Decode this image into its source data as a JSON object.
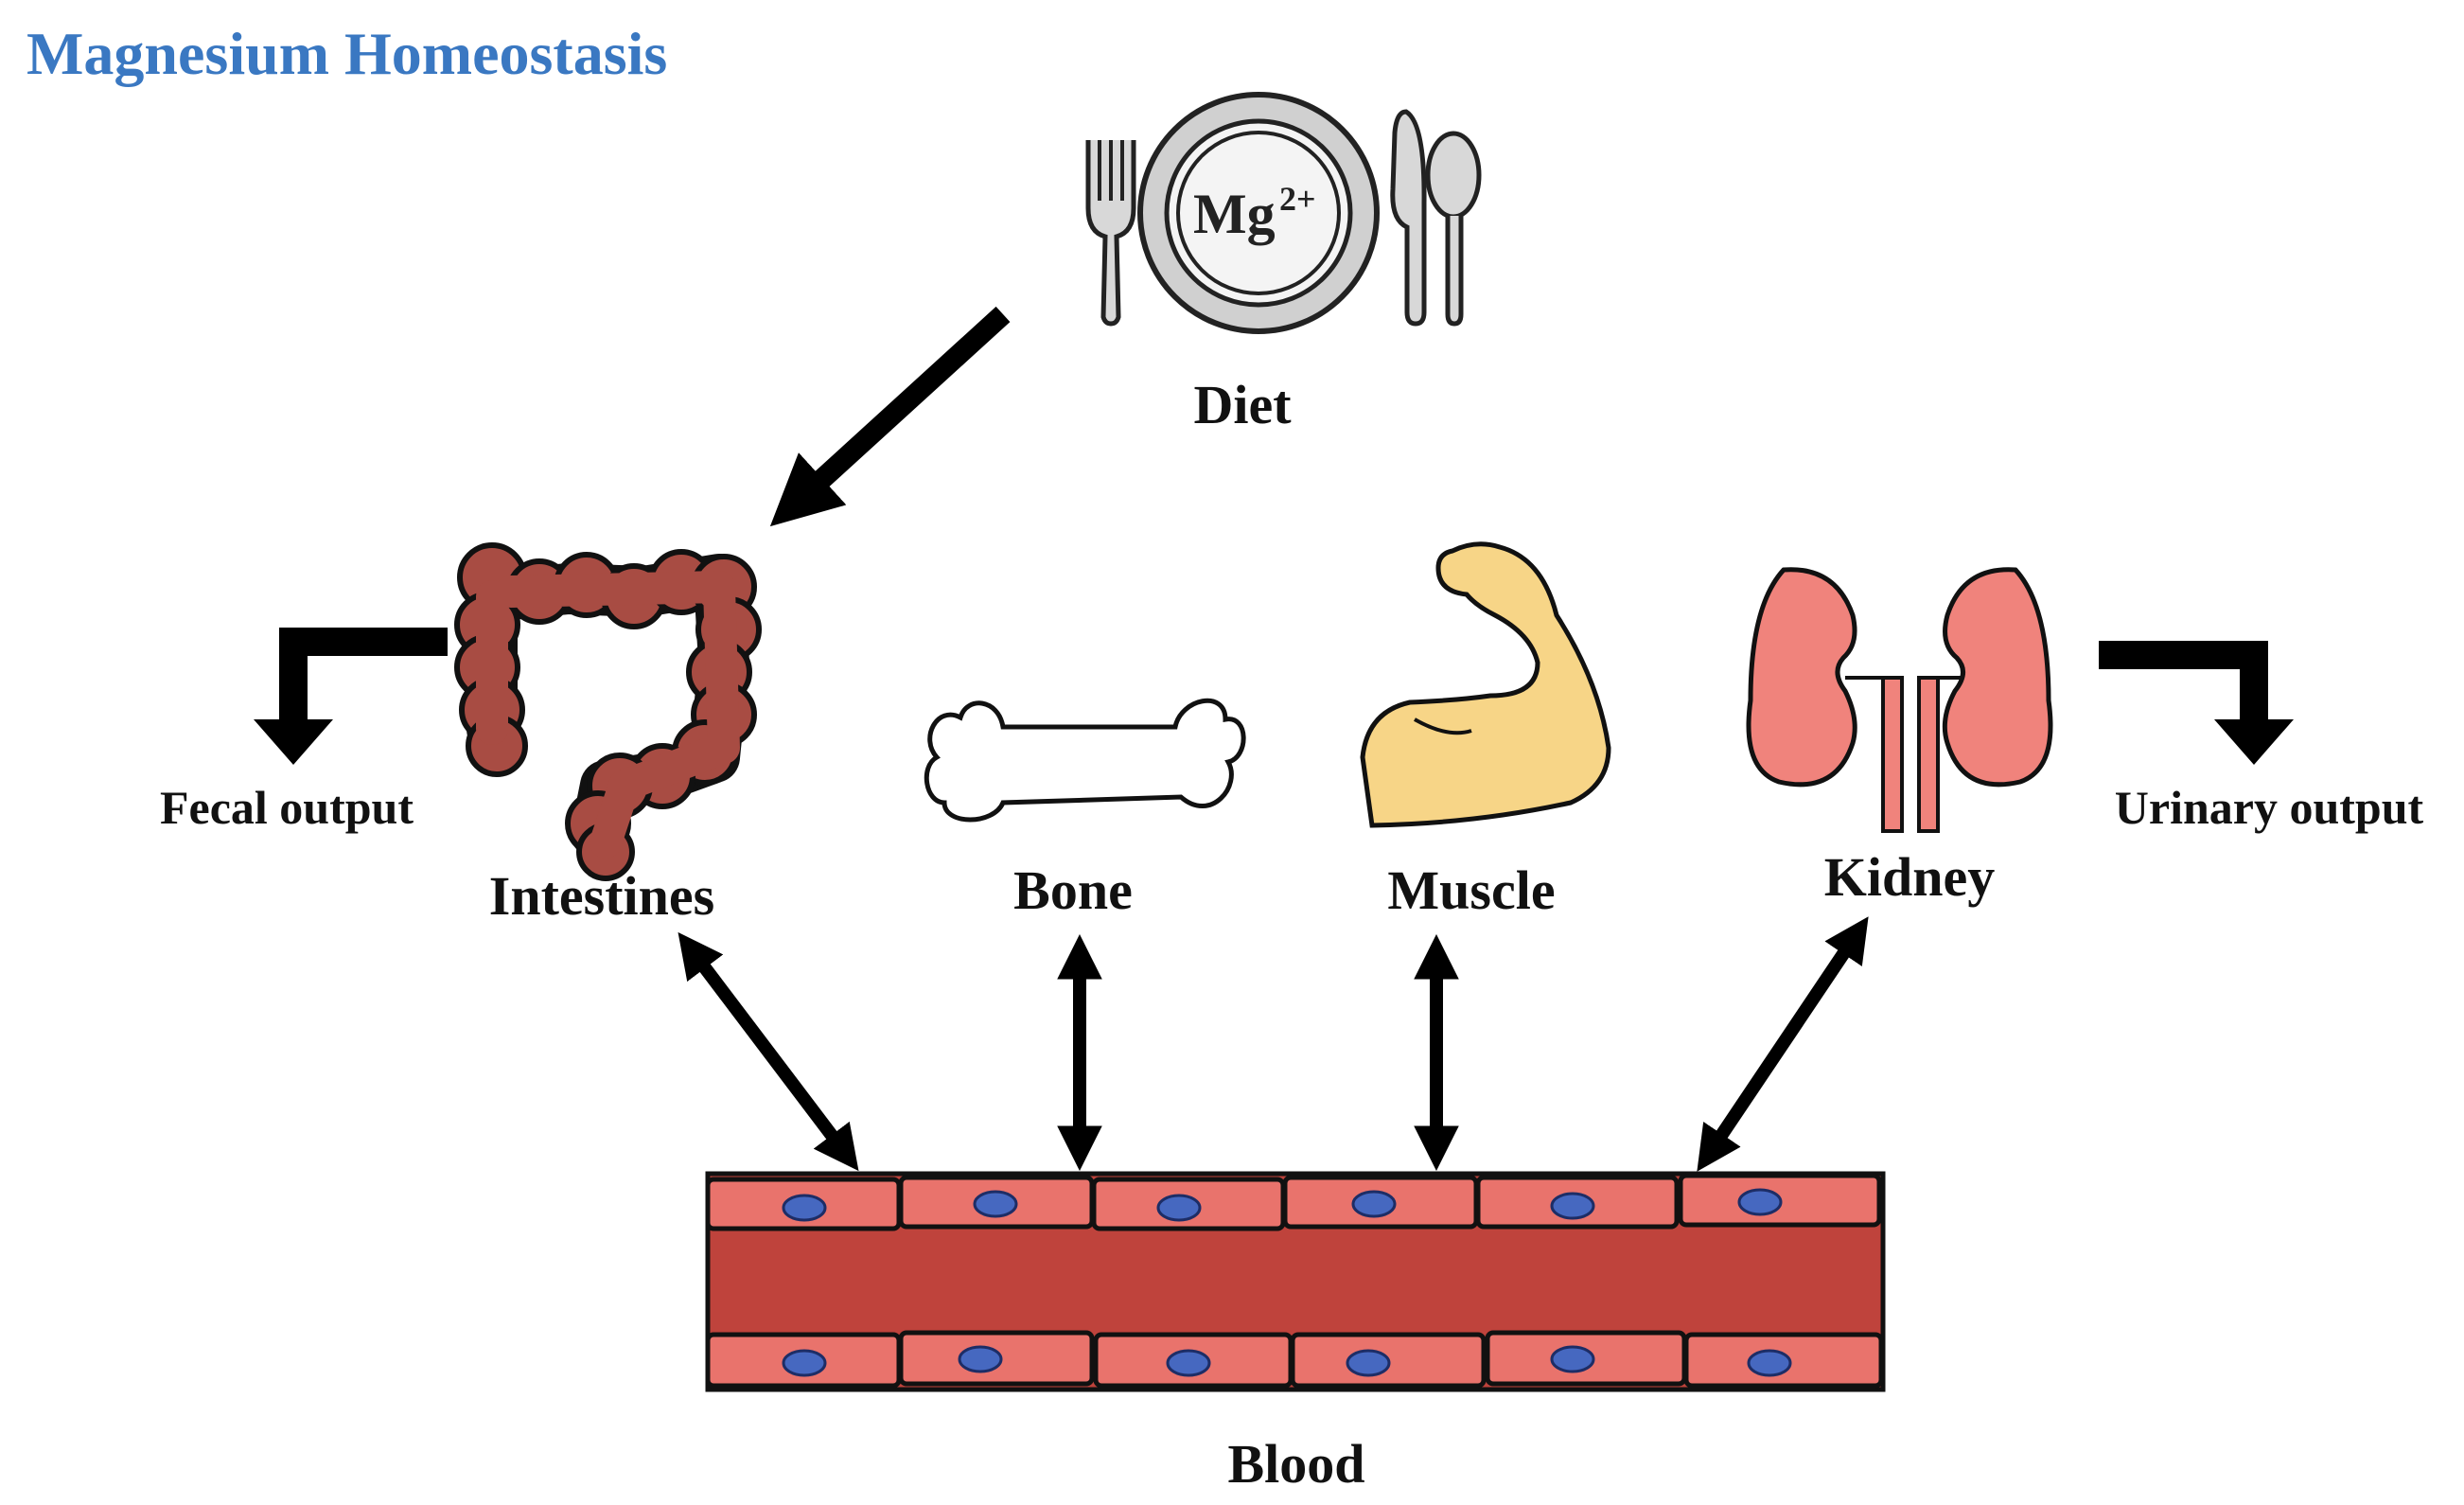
{
  "title": "Magnesium Homeostasis",
  "colors": {
    "title": "#3A78C2",
    "intestine": "#A84C43",
    "bone": "#FFFFFF",
    "muscle": "#F7D587",
    "kidney": "#F0837C",
    "vessel_wall": "#E9736C",
    "vessel_lumen": "#BF433C",
    "nucleus": "#4668C0"
  },
  "labels": {
    "diet": "Diet",
    "mg_ion": "Mg",
    "mg_charge": "2+",
    "intestines": "Intestines",
    "bone": "Bone",
    "muscle": "Muscle",
    "kidney": "Kidney",
    "fecal": "Fecal output",
    "urinary": "Urinary output",
    "blood": "Blood"
  },
  "icons": [
    "plate-icon",
    "fork-icon",
    "knife-icon",
    "spoon-icon",
    "intestine-icon",
    "bone-icon",
    "muscle-icon",
    "kidney-icon",
    "blood-vessel-icon"
  ]
}
